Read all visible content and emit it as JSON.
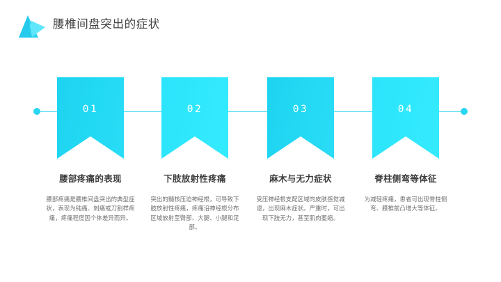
{
  "header": {
    "title": "腰椎间盘突出的症状",
    "logo_icon": "triangle-mountain-logo-icon"
  },
  "timeline": {
    "line_color": "#3ad8f2",
    "dot_color": "#29d6f3",
    "left_dot_name": "timeline-start-dot",
    "right_dot_name": "timeline-end-dot"
  },
  "theme": {
    "accent": "#22d9f4",
    "accent_light": "#31e8fd",
    "background": "#ffffff",
    "title_color": "#3c3c3c",
    "body_color": "#6e6e6e"
  },
  "steps": [
    {
      "number": "01",
      "title": "腰部疼痛的表现",
      "body": "腰部疼痛是腰椎间盘突出的典型症状，表现为钝痛、刺痛或刀割样疼痛，疼痛程度因个体差异而异。",
      "color": "#22d9f4"
    },
    {
      "number": "02",
      "title": "下肢放射性疼痛",
      "body": "突出的髓核压迫神经根，可导致下肢放射性疼痛，疼痛沿神经根分布区域放射至臀部、大腿、小腿和足部。",
      "color": "#31e8fd"
    },
    {
      "number": "03",
      "title": "麻木与无力症状",
      "body": "受压神经根支配区域的皮肤感觉减退，出现麻木症状。严重时，可出现下肢无力，甚至肌肉萎缩。",
      "color": "#22d9f4"
    },
    {
      "number": "04",
      "title": "脊柱侧弯等体征",
      "body": "为减轻疼痛，患者可出现脊柱侧弯、腰椎前凸增大等体征。",
      "color": "#31e8fd"
    }
  ]
}
